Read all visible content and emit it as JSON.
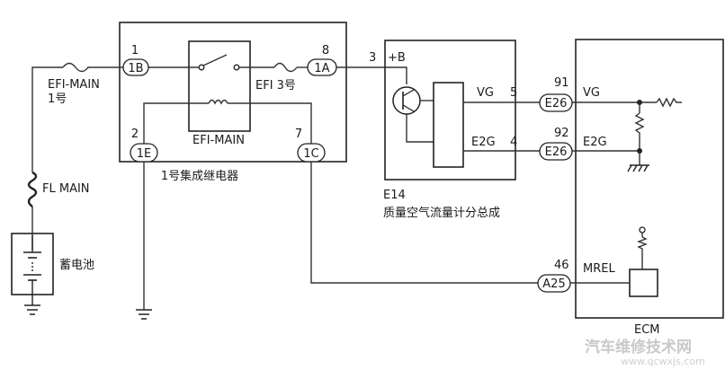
{
  "relay": {
    "name": "1号集成继电器",
    "coil_label": "EFI-MAIN",
    "pins": {
      "p1_num": "1",
      "p1_con": "1B",
      "p8_num": "8",
      "p8_con": "1A",
      "p2_num": "2",
      "p2_con": "1E",
      "p7_num": "7",
      "p7_con": "1C"
    }
  },
  "fuses": {
    "efi_main_line1": "EFI-MAIN",
    "efi_main_line2": "1号",
    "efi3": "EFI 3号",
    "fl_main": "FL MAIN"
  },
  "battery": {
    "label": "蓄电池"
  },
  "maf": {
    "id": "E14",
    "name": "质量空气流量计分总成",
    "pin3": "3",
    "plus_b": "+B",
    "vg": "VG",
    "pin5": "5",
    "e2g": "E2G",
    "pin4": "4"
  },
  "ecm": {
    "label": "ECM",
    "c91_num": "91",
    "c91_con": "E26",
    "c91_sig": "VG",
    "c92_num": "92",
    "c92_con": "E26",
    "c92_sig": "E2G",
    "c46_num": "46",
    "c46_con": "A25",
    "c46_sig": "MREL"
  },
  "watermark": {
    "main": "汽车维修技术网",
    "url": "www.qcwxjs.com"
  }
}
